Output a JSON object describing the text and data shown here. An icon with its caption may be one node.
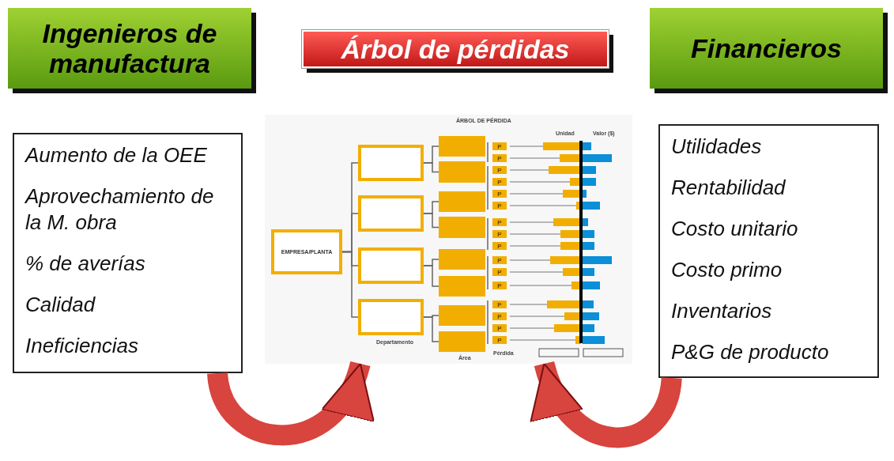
{
  "diagram": {
    "nodes": [
      {
        "text": [
          "Ingenieros de manufactura"
        ]
      },
      {
        "text": [
          "Árbol de pérdidas"
        ]
      },
      {
        "text": [
          "Financieros"
        ]
      },
      {
        "text": [
          "Aumento de la OEE",
          "Aprovechamiento de la M. obra",
          "% de averías",
          "Calidad",
          "Ineficiencias"
        ]
      },
      {
        "text": [
          "ÁRBOL DE PÉRDIDA"
        ]
      },
      {
        "text": [
          "Utilidades",
          "Rentabilidad",
          "Costo unitario",
          "Costo primo",
          "Inventarios",
          "P&G de producto"
        ]
      },
      {
        "text": [
          "EMPRESA/PLANTA"
        ],
        "in": 4
      },
      {
        "text": [],
        "shape": "box",
        "in": 4
      },
      {
        "text": [],
        "shape": "box",
        "in": 4
      },
      {
        "text": [],
        "shape": "box",
        "in": 4
      },
      {
        "text": [],
        "shape": "box",
        "in": 4
      },
      {
        "text": [],
        "shape": "box",
        "in": 4
      },
      {
        "text": [],
        "shape": "box",
        "in": 4
      },
      {
        "text": [],
        "shape": "box",
        "in": 4
      },
      {
        "text": [],
        "shape": "box",
        "in": 4
      },
      {
        "text": [],
        "shape": "box",
        "in": 4
      },
      {
        "text": [],
        "shape": "box",
        "in": 4
      },
      {
        "text": [],
        "shape": "box",
        "in": 4
      },
      {
        "text": [],
        "shape": "box",
        "in": 4
      },
      {
        "text": [
          "P"
        ],
        "in": 4
      },
      {
        "text": [
          "P"
        ],
        "in": 4
      },
      {
        "text": [
          "P"
        ],
        "in": 4
      },
      {
        "text": [
          "P"
        ],
        "in": 4
      },
      {
        "text": [
          "P"
        ],
        "in": 4
      },
      {
        "text": [
          "P"
        ],
        "in": 4
      },
      {
        "text": [
          "P"
        ],
        "in": 4
      },
      {
        "text": [
          "P"
        ],
        "in": 4
      },
      {
        "text": [
          "P"
        ],
        "in": 4
      },
      {
        "text": [
          "P"
        ],
        "in": 4
      },
      {
        "text": [
          "P"
        ],
        "in": 4
      },
      {
        "text": [
          "P"
        ],
        "in": 4
      },
      {
        "text": [
          "P"
        ],
        "in": 4
      },
      {
        "text": [
          "P"
        ],
        "in": 4
      },
      {
        "text": [
          "P"
        ],
        "in": 4
      },
      {
        "text": [
          "P"
        ],
        "in": 4
      }
    ],
    "edges": [
      {
        "from": 3,
        "to": 4,
        "arrow": "to",
        "style": "thick",
        "color": "#d8443e"
      },
      {
        "from": 5,
        "to": 4,
        "arrow": "to",
        "style": "thick",
        "color": "#d8443e"
      },
      {
        "from": 6,
        "to": 7,
        "arrow": "none"
      },
      {
        "from": 6,
        "to": 8,
        "arrow": "none"
      },
      {
        "from": 6,
        "to": 9,
        "arrow": "none"
      },
      {
        "from": 6,
        "to": 10,
        "arrow": "none"
      },
      {
        "from": 7,
        "to": 11,
        "arrow": "none"
      },
      {
        "from": 7,
        "to": 12,
        "arrow": "none"
      },
      {
        "from": 8,
        "to": 13,
        "arrow": "none"
      },
      {
        "from": 8,
        "to": 14,
        "arrow": "none"
      },
      {
        "from": 9,
        "to": 15,
        "arrow": "none"
      },
      {
        "from": 9,
        "to": 16,
        "arrow": "none"
      },
      {
        "from": 10,
        "to": 17,
        "arrow": "none"
      },
      {
        "from": 10,
        "to": 18,
        "arrow": "none"
      }
    ],
    "labels": [
      "Unidad",
      "Valor ($)",
      "Departamento",
      "Área",
      "Pérdida"
    ]
  }
}
